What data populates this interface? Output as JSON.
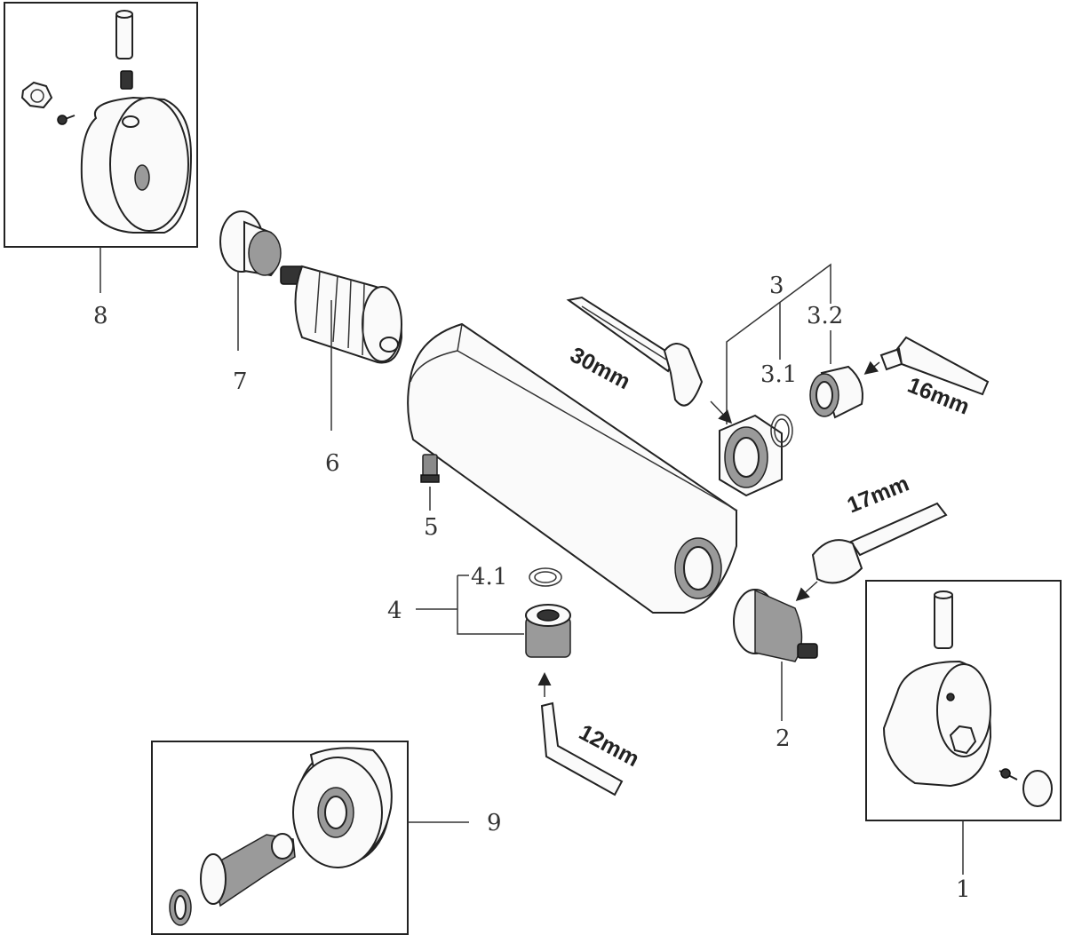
{
  "labels": {
    "n1": "1",
    "n2": "2",
    "n3": "3",
    "n3_1": "3.1",
    "n3_2": "3.2",
    "n4": "4",
    "n4_1": "4.1",
    "n5": "5",
    "n6": "6",
    "n7": "7",
    "n8": "8",
    "n9": "9"
  },
  "tool_sizes": {
    "wrench_30": "30mm",
    "hex_16": "16mm",
    "wrench_17": "17mm",
    "hex_12": "12mm"
  }
}
